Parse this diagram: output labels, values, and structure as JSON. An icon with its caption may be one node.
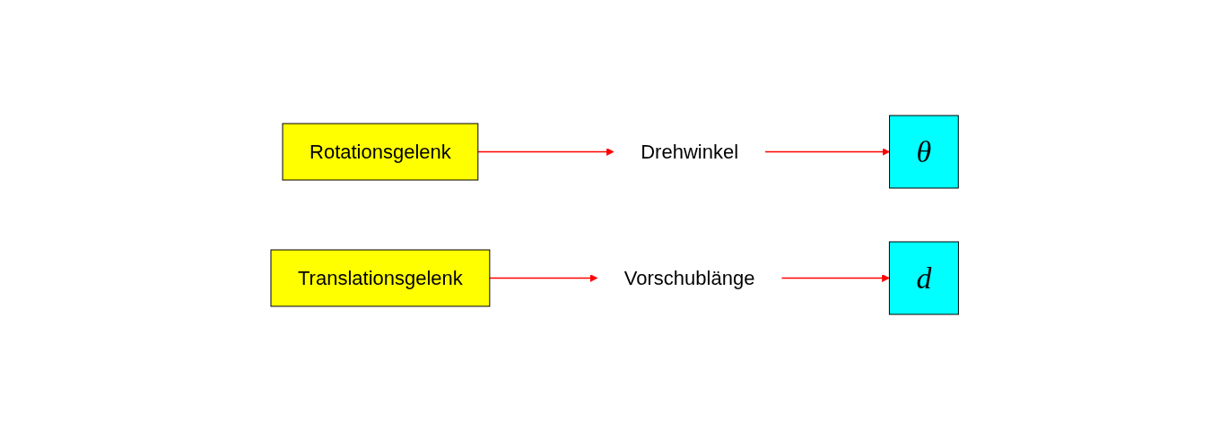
{
  "diagram": {
    "nodes": [
      {
        "text": [
          "Rotationsgelenk"
        ]
      },
      {
        "text": [
          "Drehwinkel"
        ]
      },
      {
        "text": [
          "θ"
        ]
      },
      {
        "text": [
          "Translationsgelenk"
        ]
      },
      {
        "text": [
          "Vorschublänge"
        ]
      },
      {
        "text": [
          "d"
        ]
      }
    ],
    "edges": [
      {
        "from": 0,
        "to": 1,
        "arrow": "to",
        "color": "#ff0000"
      },
      {
        "from": 1,
        "to": 2,
        "arrow": "to",
        "color": "#ff0000"
      },
      {
        "from": 3,
        "to": 4,
        "arrow": "to",
        "color": "#ff0000"
      },
      {
        "from": 4,
        "to": 5,
        "arrow": "to",
        "color": "#ff0000"
      }
    ]
  }
}
